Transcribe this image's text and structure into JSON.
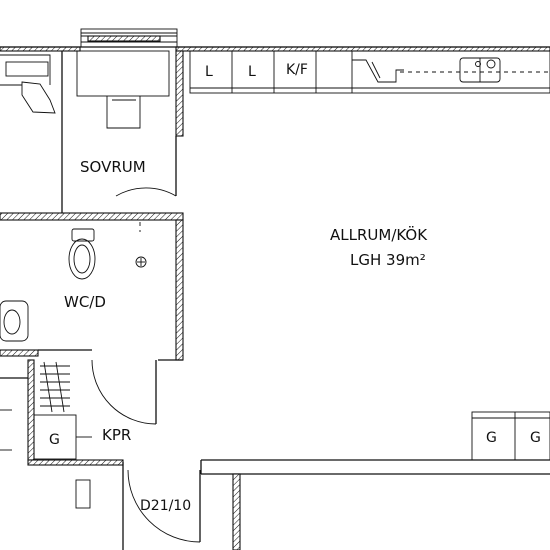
{
  "rooms": {
    "sovrum": "SOVRUM",
    "allrum": "ALLRUM/KÖK",
    "area": "LGH 39m²",
    "wc": "WC/D",
    "kpr": "KPR",
    "door": "D21/10"
  },
  "fixtures": {
    "cabinet_1": "L",
    "cabinet_2": "L",
    "cabinet_3": "K/F",
    "wardrobe_g": "G",
    "cabinet_g1": "G",
    "cabinet_g2": "G"
  }
}
